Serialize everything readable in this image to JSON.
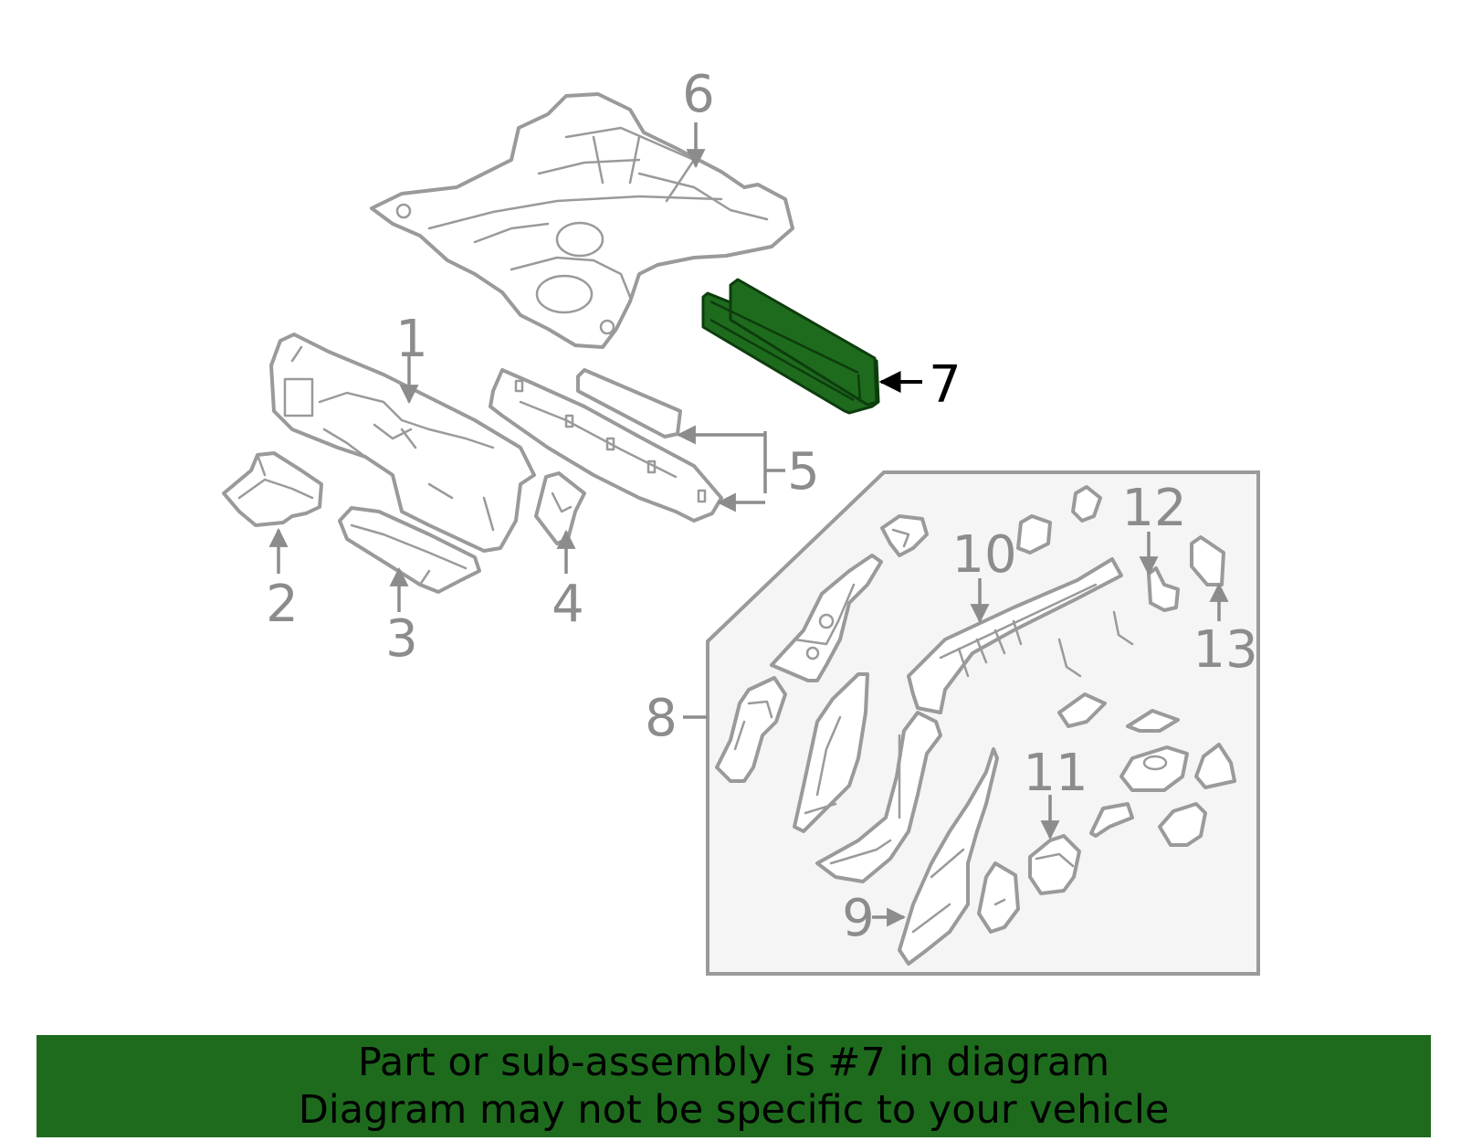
{
  "callouts": [
    "1",
    "2",
    "3",
    "4",
    "5",
    "6",
    "7",
    "8",
    "9",
    "10",
    "11",
    "12",
    "13"
  ],
  "highlight_callout": "7",
  "colors": {
    "highlight": "#1e6b1e",
    "banner": "#1e6b1e",
    "outline": "#9a9a9a",
    "inset_fill": "#f5f5f5"
  },
  "banner": {
    "line1": "Part or sub-assembly is #7 in diagram",
    "line2": "Diagram may not be specific to your vehicle"
  }
}
